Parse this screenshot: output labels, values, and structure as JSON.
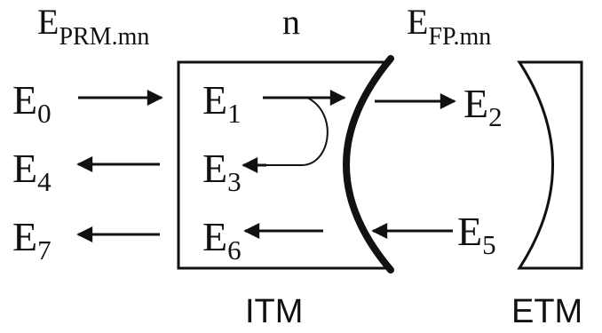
{
  "labels": {
    "prm_main": "E",
    "prm_sub": "PRM.mn",
    "index": "n",
    "fp_main": "E",
    "fp_sub": "FP.mn",
    "itm": "ITM",
    "etm": "ETM"
  },
  "fields": {
    "e0": {
      "main": "E",
      "sub": "0"
    },
    "e1": {
      "main": "E",
      "sub": "1"
    },
    "e2": {
      "main": "E",
      "sub": "2"
    },
    "e3": {
      "main": "E",
      "sub": "3"
    },
    "e4": {
      "main": "E",
      "sub": "4"
    },
    "e5": {
      "main": "E",
      "sub": "5"
    },
    "e6": {
      "main": "E",
      "sub": "6"
    },
    "e7": {
      "main": "E",
      "sub": "7"
    }
  }
}
